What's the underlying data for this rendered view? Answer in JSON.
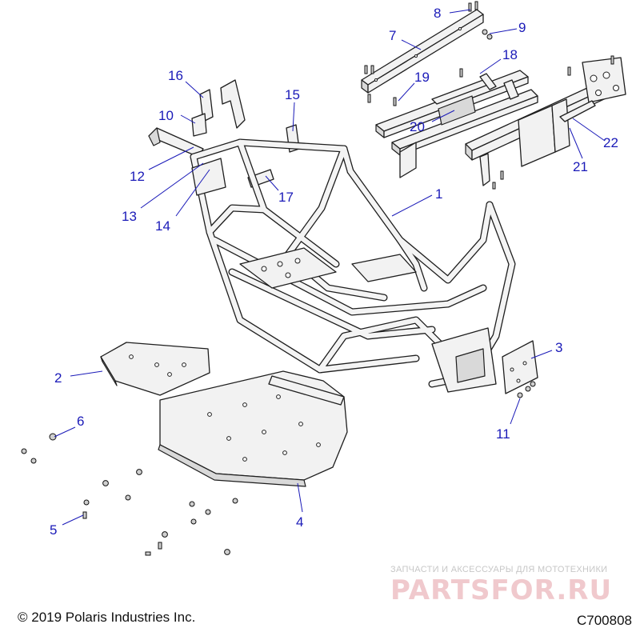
{
  "callouts": [
    "1",
    "2",
    "3",
    "4",
    "5",
    "6",
    "7",
    "8",
    "9",
    "10",
    "11",
    "12",
    "13",
    "14",
    "15",
    "16",
    "17",
    "18",
    "19",
    "20",
    "21",
    "22"
  ],
  "footer": {
    "copyright": "© 2019 Polaris Industries Inc.",
    "figure_code": "C700808"
  },
  "watermark": {
    "tagline": "ЗАПЧАСТИ И АКСЕССУАРЫ ДЛЯ МОТОТЕХНИКИ",
    "brand": "PARTSFOR.RU"
  },
  "colors": {
    "callout": "#1a1ab8",
    "line_art": "#1e1e1e",
    "watermark_brand": "#f0c9cd"
  }
}
